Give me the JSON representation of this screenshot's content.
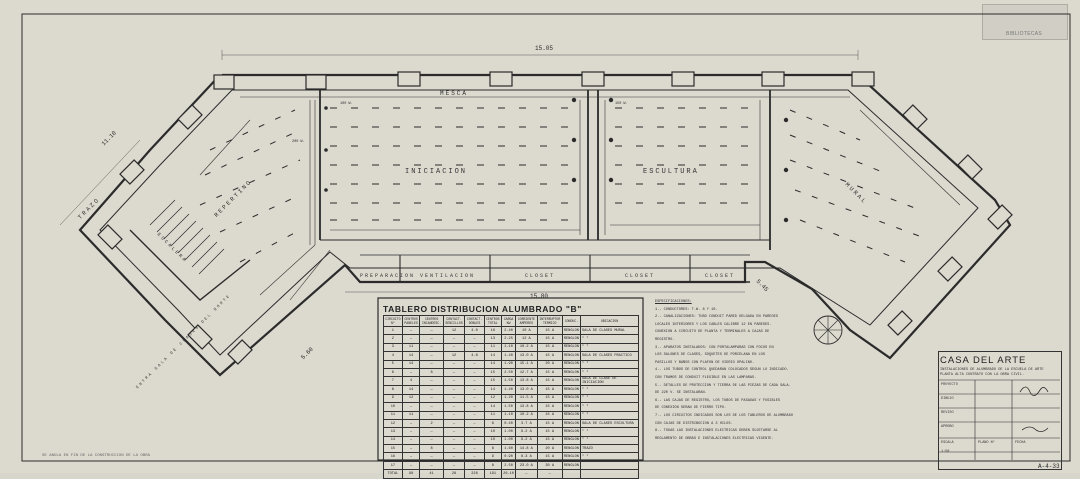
{
  "dims": {
    "overall_top": "15.05",
    "bottom_mid": "15.80",
    "left_side": "11.10",
    "left_bottom": "5.60",
    "right_bottom": "5.45"
  },
  "rooms": {
    "mesa": "MESCA",
    "iniciacion": "INICIACION",
    "escultura": "ESCULTURA",
    "repertino": "REPERTINO",
    "mural": "MURAL",
    "trazo": "TRAZO",
    "preparacion": "PREPARACION",
    "ventilacion": "VENTILACION",
    "closet_1": "CLOSET",
    "closet_2": "CLOSET",
    "closet_3": "CLOSET",
    "escalera": "ESCALERA",
    "entra_sala": "ENTRA SALA DE CLASES DEL NORTE"
  },
  "lamp_labels": [
    "100 W.",
    "150 W.",
    "200 W."
  ],
  "table": {
    "title": "TABLERO DISTRIBUCION ALUMBRADO \"B\"",
    "headers": [
      "CIRCUITO Nº",
      "CENTROS PANELES",
      "CENTROS INCANDESC.",
      "CONTACT. SENCILLOS",
      "CONTACT. DOBLES",
      "CENTROS TOTAL",
      "CARGA KW",
      "CORRIENTE AMPERES",
      "INTERRUPTOR TERMICO",
      "CONDUC.",
      "UBICACION"
    ],
    "rows": [
      [
        "1",
        "—",
        "—",
        "12",
        "4.0",
        "16",
        "2.40",
        "10 A",
        "15 A",
        "RENGLON",
        "SALA DE CLASES MURAL"
      ],
      [
        "2",
        "—",
        "—",
        "—",
        "—",
        "13",
        "2.25",
        "12 A",
        "15 A",
        "RENGLON",
        "\" \""
      ],
      [
        "3",
        "11",
        "—",
        "—",
        "—",
        "11",
        "1.10",
        "10.2 A",
        "15 A",
        "RENGLON",
        "\" \""
      ],
      [
        "4",
        "14",
        "—",
        "12",
        "4.8",
        "14",
        "1.40",
        "13.0 A",
        "15 A",
        "RENGLON",
        "SALA DE CLASES PRACTICO"
      ],
      [
        "5",
        "14",
        "—",
        "—",
        "—",
        "14",
        "1.90",
        "15.1 A",
        "20 A",
        "RENGLON",
        "\" \""
      ],
      [
        "6",
        "—",
        "8",
        "—",
        "—",
        "15",
        "2.50",
        "12.7 A",
        "15 A",
        "RENGLON",
        "\" \""
      ],
      [
        "7",
        "4",
        "—",
        "—",
        "—",
        "15",
        "1.50",
        "13.8 A",
        "15 A",
        "RENGLON",
        "SALA DE CLASE DE INICIACION"
      ],
      [
        "8",
        "14",
        "—",
        "—",
        "—",
        "14",
        "1.40",
        "13.0 A",
        "15 A",
        "RENGLON",
        "\" \""
      ],
      [
        "9",
        "12",
        "—",
        "—",
        "—",
        "12",
        "1.20",
        "11.5 A",
        "15 A",
        "RENGLON",
        "\" \""
      ],
      [
        "10",
        "—",
        "—",
        "—",
        "—",
        "14",
        "1.50",
        "13.8 A",
        "15 A",
        "RENGLON",
        "\" \""
      ],
      [
        "11",
        "11",
        "—",
        "—",
        "—",
        "11",
        "1.10",
        "10.2 A",
        "15 A",
        "RENGLON",
        "\" \""
      ],
      [
        "12",
        "—",
        "2",
        "—",
        "—",
        "6",
        "0.40",
        "3.7 A",
        "15 A",
        "RENGLON",
        "SALA DE CLASES ESCULTURA"
      ],
      [
        "13",
        "—",
        "—",
        "—",
        "—",
        "10",
        "1.00",
        "9.2 A",
        "15 A",
        "RENGLON",
        "\" \""
      ],
      [
        "14",
        "—",
        "—",
        "—",
        "—",
        "10",
        "1.00",
        "9.2 A",
        "15 A",
        "RENGLON",
        "\" \""
      ],
      [
        "15",
        "—",
        "8",
        "—",
        "—",
        "8",
        "1.60",
        "14.8 A",
        "20 A",
        "RENGLON",
        "TRAZO"
      ],
      [
        "16",
        "—",
        "—",
        "—",
        "—",
        "9",
        "0.90",
        "8.3 A",
        "15 A",
        "RENGLON",
        "\" \""
      ],
      [
        "17",
        "—",
        "—",
        "—",
        "—",
        "8",
        "2.50",
        "23.0 A",
        "30 A",
        "RENGLON",
        ""
      ],
      [
        "TOTAL",
        "90",
        "41",
        "28",
        "226",
        "191",
        "26.10",
        "—",
        "—",
        "",
        ""
      ]
    ]
  },
  "notes": {
    "title": "ESPECIFICACIONES:",
    "items": [
      "1.- CONDUCTORES: T.W. 8 Y 10.",
      "2.- CANALIZACIONES: TUBO CONDUIT PARED DELGADA EN PAREDES",
      "   LOCALES INTERIORES Y LOS CABLES CALIBRE 12 EN PAREDES.",
      "   CONEXION A CIRCUITO DE PLANTA Y TERMINALES A CAJAS DE",
      "   REGISTRO.",
      "3.- APARATOS INSTALADOS: CON PORTALAMPARAS CON FOCOS EN",
      "   LOS SALONES DE CLASES, SOQUETES DE PORCELANA EN LOS",
      "   PASILLOS Y BAÑOS CON PLAFON DE VIDRIO OPALINO.",
      "4.- LOS TUBOS DE CONTROL QUEDARAN COLOCADOS SEGUN LO INDICADO.",
      "   CON TRAMOS DE CONDUIT FLEXIBLE EN LAS LAMPARAS.",
      "5.- DETALLES DE PROTECCION Y TIERRA DE LAS PIEZAS DE CADA SALA.",
      "   DE 220 V. SE INSTALARAN.",
      "6.- LAS CAJAS DE REGISTRO, LOS TUBOS DE PASADAS Y FUSIBLES",
      "   DE CONEXION SERAN DE FIERRO TIPO.",
      "7.- LOS CIRCUITOS INDICADOS SON LOS DE LOS TABLEROS DE ALUMBRADO",
      "   CON CAJAS DE DISTRIBUCION A 3 HILOS.",
      "8.- TODAS LAS INSTALACIONES ELECTRICAS DEBEN SUJETARSE AL",
      "   REGLAMENTO DE OBRAS E INSTALACIONES ELECTRICAS VIGENTE."
    ]
  },
  "title_block": {
    "main": "CASA DEL ARTE",
    "desc": "INSTALACIONES DE ALUMBRADO DE LA ESCUELA DE ARTE PLANTA ALTA CONTRATO CON LA OBRA CIVIL.",
    "fields": [
      {
        "label": "PROYECTO",
        "value": ""
      },
      {
        "label": "DIBUJO",
        "value": ""
      },
      {
        "label": "REVISO",
        "value": ""
      },
      {
        "label": "APROBO",
        "value": ""
      },
      {
        "label": "ESCALA",
        "value": "1:50"
      },
      {
        "label": "PLANO Nº",
        "value": ""
      },
      {
        "label": "FECHA",
        "value": ""
      }
    ],
    "sheet_no": "A-4-33"
  },
  "stamp": {
    "text": "BIBLIOTECAS"
  },
  "footer_note": "SE ANULA EN FIN DE LA CONSTRUCCION DE LA OBRA"
}
